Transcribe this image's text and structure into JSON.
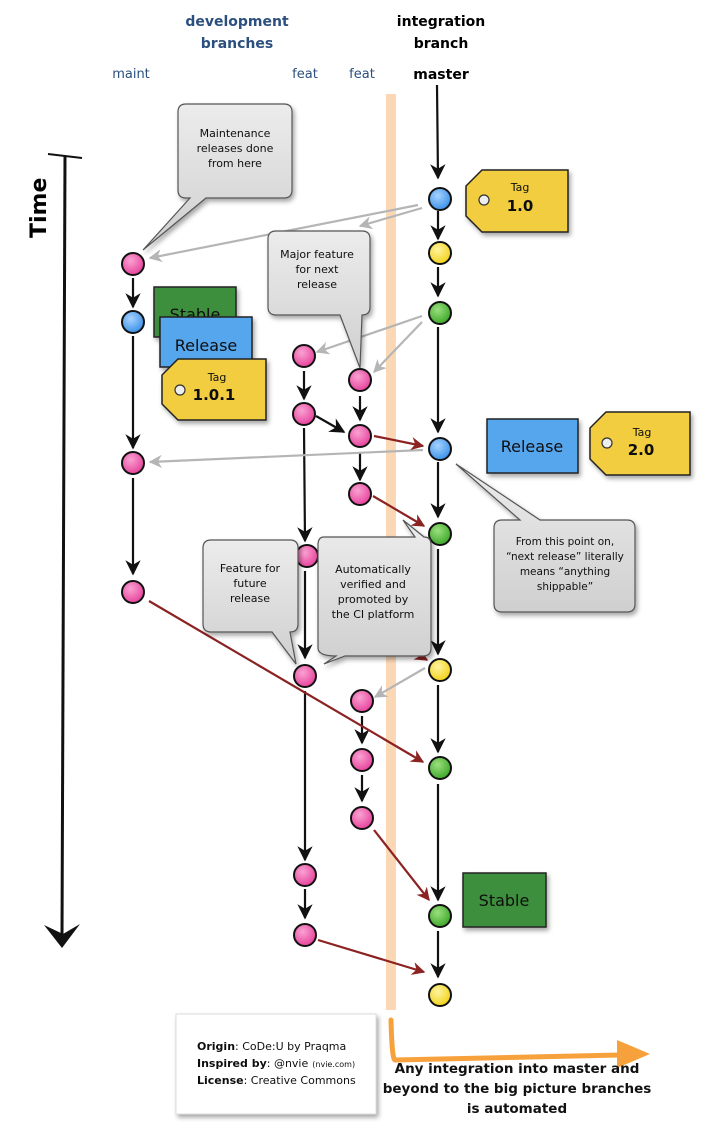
{
  "header": {
    "dev_line1": "development",
    "dev_line2": "branches",
    "int_line1": "integration",
    "int_line2": "branch",
    "branch_maint": "maint",
    "branch_feat1": "feat",
    "branch_feat2": "feat",
    "branch_master": "master"
  },
  "time_label": "Time",
  "callouts": {
    "maintenance": [
      "Maintenance",
      "releases done",
      "from here"
    ],
    "major_feature": [
      "Major feature",
      "for next",
      "release"
    ],
    "future_feature": [
      "Feature for",
      "future",
      "release"
    ],
    "auto_verified": [
      "Automatically",
      "verified and",
      "promoted by",
      "the CI platform"
    ],
    "next_release": [
      "From this point on,",
      "“next release” literally",
      "means “anything",
      "shippable”"
    ]
  },
  "tags": {
    "t10": {
      "label": "Tag",
      "version": "1.0"
    },
    "t101": {
      "label": "Tag",
      "version": "1.0.1"
    },
    "t20": {
      "label": "Tag",
      "version": "2.0"
    }
  },
  "labels": {
    "stable_top": "Stable",
    "release_left": "Release",
    "release_right": "Release",
    "stable_bottom": "Stable"
  },
  "info_card": {
    "origin_key": "Origin",
    "origin_val": ": CoDe:U by Praqma",
    "inspired_key": "Inspired by",
    "inspired_val": ": @nvie",
    "inspired_small": "(nvie.com)",
    "license_key": "License",
    "license_val": ": Creative Commons"
  },
  "automated_text": [
    "Any integration into master and",
    "beyond to the big picture branches",
    "is automated"
  ],
  "colors": {
    "pink": "#ee5aa9",
    "blue": "#58aaf4",
    "yellow": "#f8df3e",
    "green": "#5abf3e",
    "stable_green": "#3e8f3c",
    "release_blue": "#56a6ee",
    "tag_yellow": "#f2cd3f",
    "dark_red": "#8c2323",
    "gray_arrow": "#b5b5b5",
    "orange": "#f7a13c",
    "header_blue": "#2b4f7e"
  }
}
